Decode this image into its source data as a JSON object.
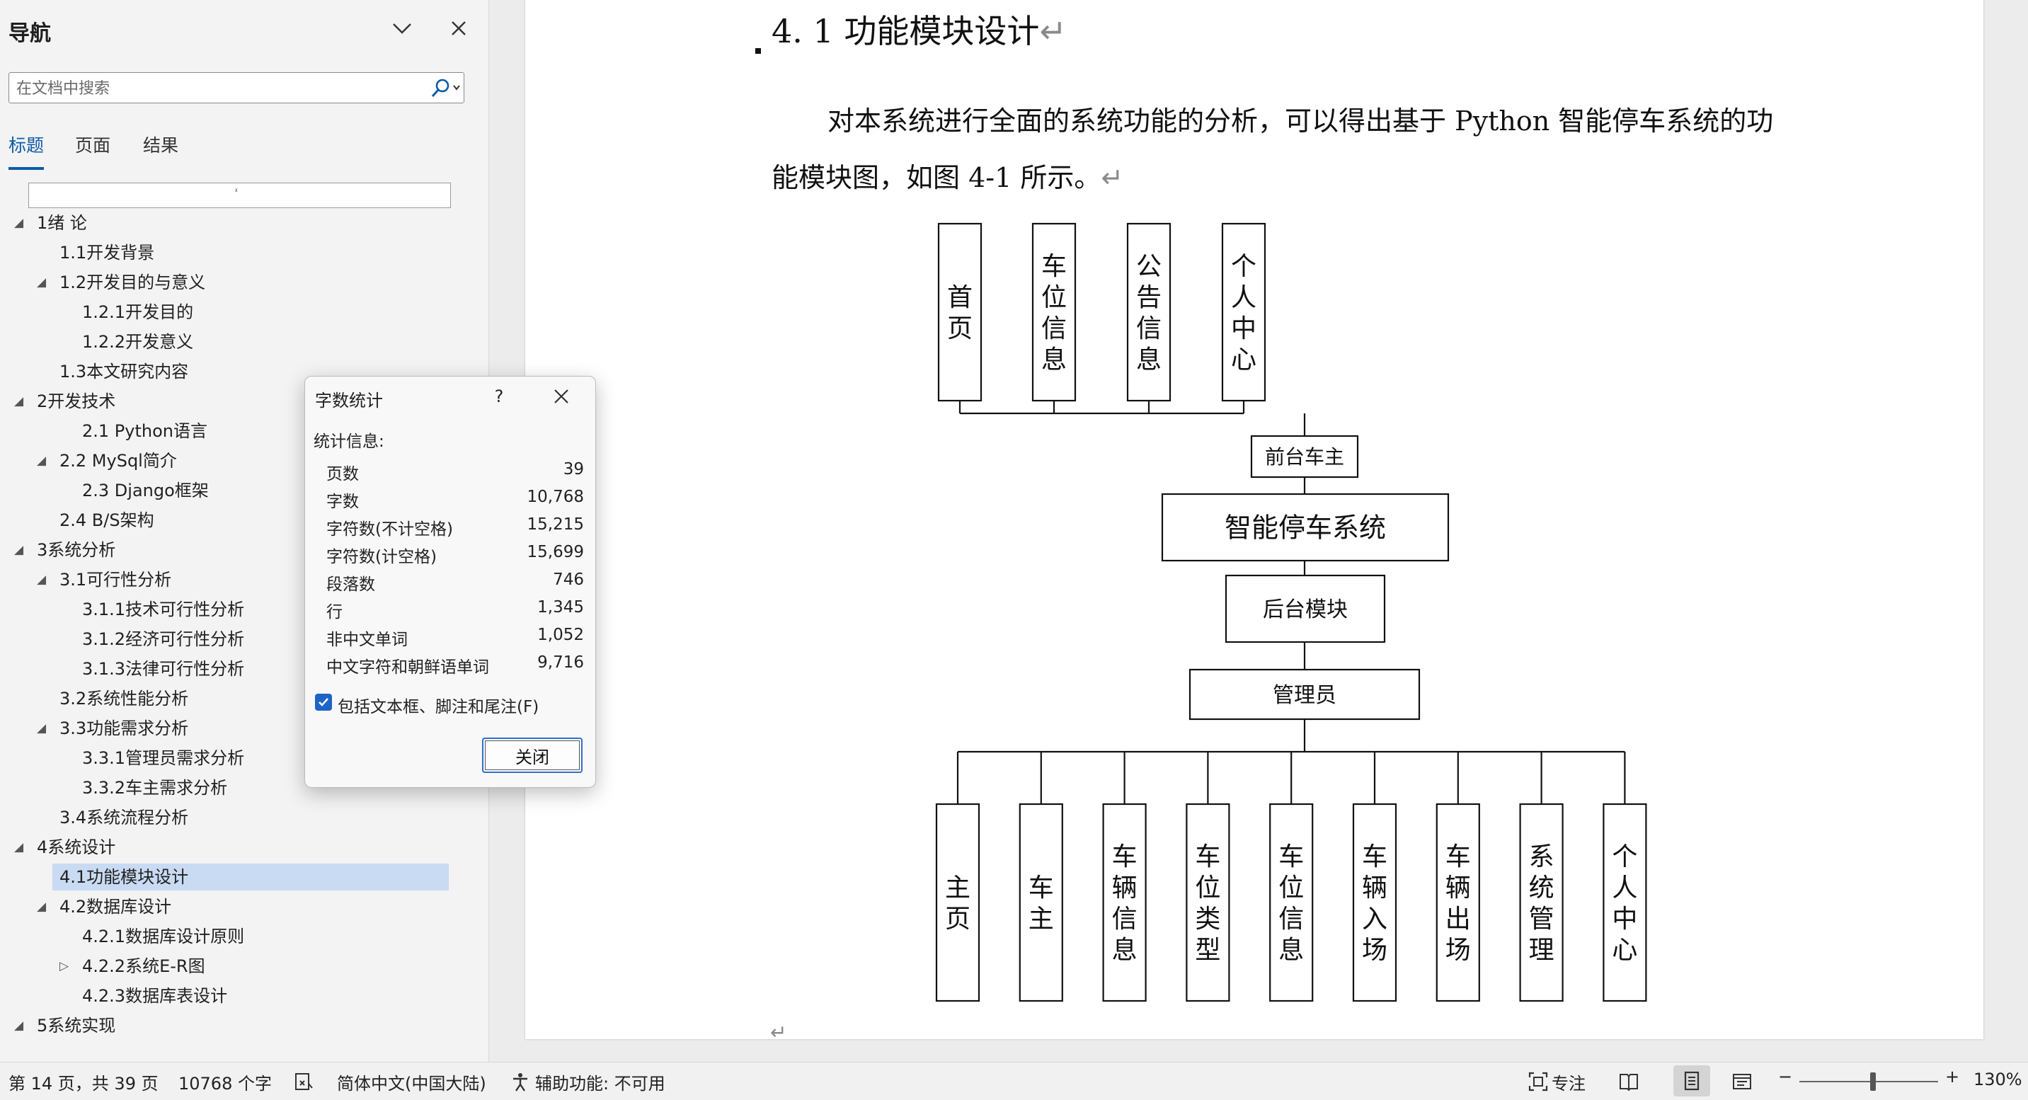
{
  "nav": {
    "title": "导航",
    "search_placeholder": "在文档中搜索",
    "tabs": [
      {
        "label": "标题",
        "active": true
      },
      {
        "label": "页面",
        "active": false
      },
      {
        "label": "结果",
        "active": false
      }
    ],
    "heading_frame_mark": "ᵡ",
    "tree": [
      {
        "label": "1绪  论",
        "level": 1,
        "toggle": "collapse"
      },
      {
        "label": "1.1开发背景",
        "level": 2,
        "toggle": "none"
      },
      {
        "label": "1.2开发目的与意义",
        "level": 2,
        "toggle": "collapse"
      },
      {
        "label": "1.2.1开发目的",
        "level": 3,
        "toggle": "none"
      },
      {
        "label": "1.2.2开发意义",
        "level": 3,
        "toggle": "none"
      },
      {
        "label": "1.3本文研究内容",
        "level": 2,
        "toggle": "none"
      },
      {
        "label": "2开发技术",
        "level": 1,
        "toggle": "collapse"
      },
      {
        "label": "2.1 Python语言",
        "level": 3,
        "toggle": "none"
      },
      {
        "label": "2.2 MySql简介",
        "level": 2,
        "toggle": "collapse"
      },
      {
        "label": "2.3 Django框架",
        "level": 3,
        "toggle": "none"
      },
      {
        "label": "2.4 B/S架构",
        "level": 2,
        "toggle": "none"
      },
      {
        "label": "3系统分析",
        "level": 1,
        "toggle": "collapse"
      },
      {
        "label": "3.1可行性分析",
        "level": 2,
        "toggle": "collapse"
      },
      {
        "label": "3.1.1技术可行性分析",
        "level": 3,
        "toggle": "none"
      },
      {
        "label": "3.1.2经济可行性分析",
        "level": 3,
        "toggle": "none"
      },
      {
        "label": "3.1.3法律可行性分析",
        "level": 3,
        "toggle": "none"
      },
      {
        "label": "3.2系统性能分析",
        "level": 2,
        "toggle": "none"
      },
      {
        "label": "3.3功能需求分析",
        "level": 2,
        "toggle": "collapse"
      },
      {
        "label": "3.3.1管理员需求分析",
        "level": 3,
        "toggle": "none"
      },
      {
        "label": "3.3.2车主需求分析",
        "level": 3,
        "toggle": "none"
      },
      {
        "label": "3.4系统流程分析",
        "level": 2,
        "toggle": "none"
      },
      {
        "label": "4系统设计",
        "level": 1,
        "toggle": "collapse"
      },
      {
        "label": "4.1功能模块设计",
        "level": 2,
        "toggle": "none",
        "selected": true
      },
      {
        "label": "4.2数据库设计",
        "level": 2,
        "toggle": "collapse"
      },
      {
        "label": "4.2.1数据库设计原则",
        "level": 3,
        "toggle": "none"
      },
      {
        "label": "4.2.2系统E-R图",
        "level": 3,
        "toggle": "expand"
      },
      {
        "label": "4.2.3数据库表设计",
        "level": 3,
        "toggle": "none"
      },
      {
        "label": "5系统实现",
        "level": 1,
        "toggle": "collapse"
      }
    ]
  },
  "dialog": {
    "title": "字数统计",
    "help": "?",
    "section_label": "统计信息:",
    "stats": [
      {
        "label": "页数",
        "value": "39"
      },
      {
        "label": "字数",
        "value": "10,768"
      },
      {
        "label": "字符数(不计空格)",
        "value": "15,215"
      },
      {
        "label": "字符数(计空格)",
        "value": "15,699"
      },
      {
        "label": "段落数",
        "value": "746"
      },
      {
        "label": "行",
        "value": "1,345"
      },
      {
        "label": "非中文单词",
        "value": "1,052"
      },
      {
        "label": "中文字符和朝鲜语单词",
        "value": "9,716"
      }
    ],
    "checkbox_label": "包括文本框、脚注和尾注(F)",
    "checkbox_checked": true,
    "close_label": "关闭"
  },
  "document": {
    "heading": "4. 1 功能模块设计",
    "para_line1": "对本系统进行全面的系统功能的分析，可以得出基于 Python 智能停车系统的功",
    "para_line2": "能模块图，如图 4-1 所示。",
    "paragraph_mark": "↵",
    "diagram": {
      "top_modules": [
        "首页",
        "车位信息",
        "公告信息",
        "个人中心"
      ],
      "front_label": "前台车主",
      "system_label": "智能停车系统",
      "back_label": "后台模块",
      "admin_label": "管理员",
      "bottom_modules": [
        "主页",
        "车主",
        "车辆信息",
        "车位类型",
        "车位信息",
        "车辆入场",
        "车辆出场",
        "系统管理",
        "个人中心"
      ]
    }
  },
  "status": {
    "page_info": "第 14 页，共 39 页",
    "word_count": "10768 个字",
    "language": "简体中文(中国大陆)",
    "accessibility": "辅助功能: 不可用",
    "focus": "专注",
    "zoom_minus": "−",
    "zoom_plus": "+",
    "zoom": "130%",
    "zoom_level_percent": 130
  }
}
